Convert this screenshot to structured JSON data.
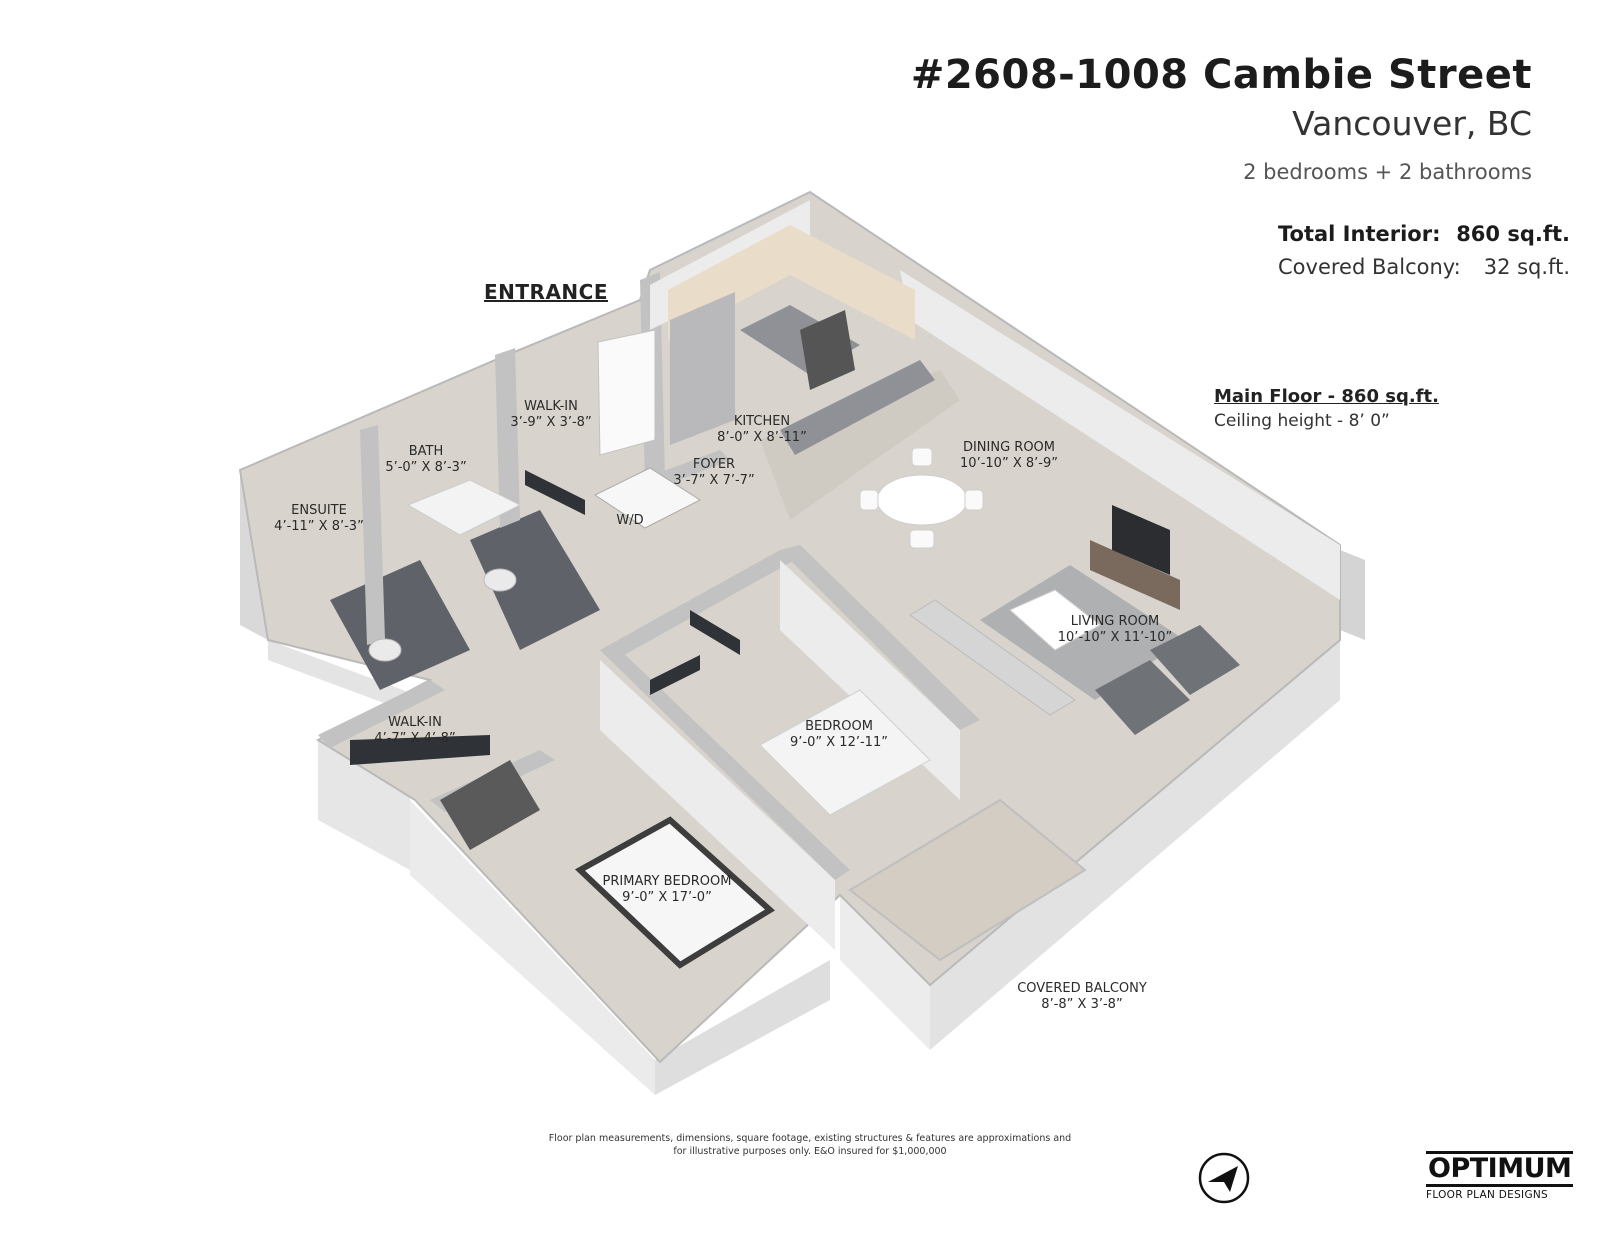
{
  "header": {
    "address": "#2608-1008 Cambie Street",
    "city": "Vancouver, BC",
    "rooms_summary": "2 bedrooms + 2 bathrooms"
  },
  "areas": {
    "total_label": "Total Interior:",
    "total_value": "860 sq.ft.",
    "balcony_label": "Covered Balcony:",
    "balcony_value": "32 sq.ft."
  },
  "floor": {
    "title": "Main Floor - 860 sq.ft.",
    "ceiling": "Ceiling height - 8’ 0”"
  },
  "entrance": "ENTRANCE",
  "rooms": [
    {
      "name": "KITCHEN",
      "dims": "8’-0” X 8’-11”"
    },
    {
      "name": "WALK-IN",
      "dims": "3’-9” X 3’-8”"
    },
    {
      "name": "BATH",
      "dims": "5’-0” X 8’-3”"
    },
    {
      "name": "ENSUITE",
      "dims": "4’-11” X 8’-3”"
    },
    {
      "name": "FOYER",
      "dims": "3’-7” X 7’-7”"
    },
    {
      "name": "W/D",
      "dims": ""
    },
    {
      "name": "DINING ROOM",
      "dims": "10’-10” X 8’-9”"
    },
    {
      "name": "LIVING ROOM",
      "dims": "10’-10” X 11’-10”"
    },
    {
      "name": "WALK-IN",
      "dims": "4’-7” X 4’-8”"
    },
    {
      "name": "BEDROOM",
      "dims": "9’-0” X 12’-11”"
    },
    {
      "name": "PRIMARY BEDROOM",
      "dims": "9’-0” X 17’-0”"
    },
    {
      "name": "COVERED BALCONY",
      "dims": "8’-8” X 3’-8”"
    }
  ],
  "disclaimer": {
    "line1": "Floor plan measurements, dimensions, square footage, existing structures & features are approximations and",
    "line2": "for illustrative purposes only.  E&O insured for $1,000,000"
  },
  "compass_icon": "north-arrow-icon",
  "logo": {
    "main": "OPTIMUM",
    "sub": "FLOOR PLAN DESIGNS"
  },
  "colors": {
    "wall_top": "#c9c9c9",
    "wall_side": "#e8e8e8",
    "floor": "#d6d2cb",
    "tile": "#5e6166",
    "cabinet": "#e9dcc8",
    "counter": "#8d8f93",
    "sofa": "#6f7378"
  }
}
